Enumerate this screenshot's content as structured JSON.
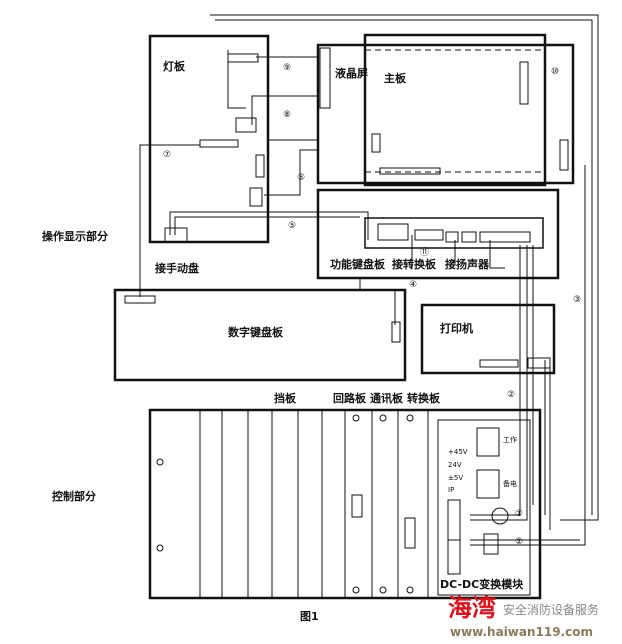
{
  "labels": {
    "lamp_board": "灯板",
    "lcd": "液晶屏",
    "main_board": "主板",
    "operation_section": "操作显示部分",
    "manual_panel": "接手动盘",
    "function_keyboard": "功能键盘板",
    "to_converter": "接转换板",
    "to_speaker": "接扬声器",
    "numeric_keyboard": "数字键盘板",
    "printer": "打印机",
    "baffle": "挡板",
    "loop_board": "回路板",
    "comm_board": "通讯板",
    "converter_board": "转换板",
    "control_section": "控制部分",
    "dcdc_module": "DC-DC变换模块",
    "figure_caption": "图1"
  },
  "power_indicators": [
    "+45V",
    "24V",
    "±5V",
    "IP"
  ],
  "switches": {
    "work": "工作",
    "backup": "备电"
  },
  "circled_numbers": [
    "⑨",
    "⑧",
    "⑦",
    "⑥",
    "⑤",
    "⑪",
    "④",
    "③",
    "②",
    "①",
    "②",
    "⑩"
  ],
  "watermark": {
    "brand": "海湾",
    "tagline": "安全消防设备服务",
    "url": "www.haiwan119.com"
  }
}
